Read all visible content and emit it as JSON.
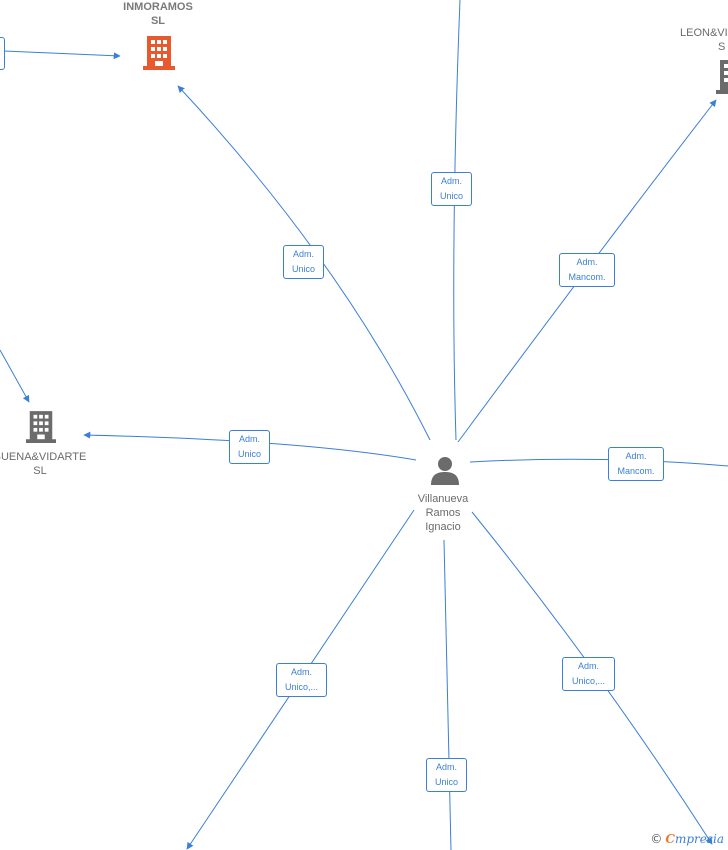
{
  "person": {
    "name_lines": [
      "Villanueva",
      "Ramos",
      "Ignacio"
    ],
    "icon": "person-icon"
  },
  "companies": {
    "inmoramos": {
      "lines": [
        "INMORAMOS",
        "SL"
      ],
      "color": "#e8592e",
      "icon": "building-icon"
    },
    "leon": {
      "lines": [
        "LEON&VI",
        "S"
      ],
      "color": "#6b6b6b",
      "icon": "building-icon"
    },
    "buena": {
      "lines": [
        "BUENA&VIDARTE",
        "SL"
      ],
      "color": "#6b6b6b",
      "icon": "building-icon"
    }
  },
  "edge_labels": {
    "top": [
      "Adm.",
      "Unico"
    ],
    "upper_left": [
      "Adm.",
      "Unico"
    ],
    "upper_right": [
      "Adm.",
      "Mancom."
    ],
    "left": [
      "Adm.",
      "Unico"
    ],
    "right": [
      "Adm.",
      "Mancom."
    ],
    "lower_left": [
      "Adm.",
      "Unico,..."
    ],
    "lower_right": [
      "Adm.",
      "Unico,..."
    ],
    "bottom": [
      "Adm.",
      "Unico"
    ]
  },
  "brand": {
    "copyright": "©",
    "initial": "C",
    "rest": "mpresia"
  },
  "colors": {
    "edge": "#3b7fd6",
    "node_gray": "#6b6b6b",
    "highlight": "#e8592e"
  }
}
